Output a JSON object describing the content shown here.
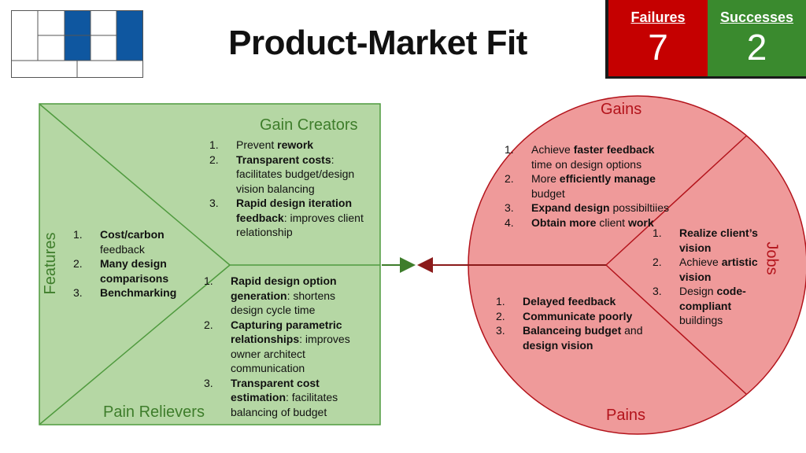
{
  "title": "Product-Market Fit",
  "score": {
    "failures_label": "Failures",
    "failures_value": "7",
    "successes_label": "Successes",
    "successes_value": "2"
  },
  "colors": {
    "failure_red": "#c50000",
    "success_green": "#3a8a2e",
    "value_map_fill": "#b5d7a4",
    "value_map_stroke": "#4f9a3e",
    "customer_fill": "#ef9a9a",
    "customer_stroke": "#b3131b",
    "logo_blue": "#0f57a0"
  },
  "value_map": {
    "gain_creators_label": "Gain Creators",
    "pain_relievers_label": "Pain Relievers",
    "features_label": "Features",
    "gain_creators": [
      {
        "num": "1.",
        "parts": [
          {
            "t": "Prevent ",
            "b": false
          },
          {
            "t": "rework",
            "b": true
          }
        ]
      },
      {
        "num": "2.",
        "parts": [
          {
            "t": "Transparent costs",
            "b": true
          },
          {
            "t": ": facilitates budget/design vision balancing",
            "b": false
          }
        ]
      },
      {
        "num": "3.",
        "parts": [
          {
            "t": "Rapid design iteration feedback",
            "b": true
          },
          {
            "t": ": improves client relationship",
            "b": false
          }
        ]
      }
    ],
    "features": [
      {
        "num": "1.",
        "parts": [
          {
            "t": "Cost/carbon",
            "b": true
          },
          {
            "t": " feedback",
            "b": false
          }
        ]
      },
      {
        "num": "2.",
        "parts": [
          {
            "t": "Many design comparisons",
            "b": true
          }
        ]
      },
      {
        "num": "3.",
        "parts": [
          {
            "t": "Benchmarking",
            "b": true
          }
        ]
      }
    ],
    "pain_relievers": [
      {
        "num": "1.",
        "parts": [
          {
            "t": "Rapid design option generation",
            "b": true
          },
          {
            "t": ": shortens design cycle time",
            "b": false
          }
        ]
      },
      {
        "num": "2.",
        "parts": [
          {
            "t": "Capturing parametric relationships",
            "b": true
          },
          {
            "t": ": improves owner architect communication",
            "b": false
          }
        ]
      },
      {
        "num": "3.",
        "parts": [
          {
            "t": "Transparent cost estimation",
            "b": true
          },
          {
            "t": ": facilitates balancing of budget",
            "b": false
          }
        ]
      }
    ]
  },
  "customer_profile": {
    "gains_label": "Gains",
    "pains_label": "Pains",
    "jobs_label": "Jobs",
    "gains": [
      {
        "num": "1.",
        "parts": [
          {
            "t": "Achieve ",
            "b": false
          },
          {
            "t": "faster feedback",
            "b": true
          },
          {
            "t": " time on design options",
            "b": false
          }
        ]
      },
      {
        "num": "2.",
        "parts": [
          {
            "t": "More ",
            "b": false
          },
          {
            "t": "efficiently manage",
            "b": true
          },
          {
            "t": " budget",
            "b": false
          }
        ]
      },
      {
        "num": "3.",
        "parts": [
          {
            "t": "Expand design",
            "b": true
          },
          {
            "t": " possibiltiies",
            "b": false
          }
        ]
      },
      {
        "num": "4.",
        "parts": [
          {
            "t": "Obtain more ",
            "b": true
          },
          {
            "t": "client ",
            "b": false
          },
          {
            "t": "work",
            "b": true
          }
        ]
      }
    ],
    "jobs": [
      {
        "num": "1.",
        "parts": [
          {
            "t": "Realize client’s vision",
            "b": true
          }
        ]
      },
      {
        "num": "2.",
        "parts": [
          {
            "t": "Achieve ",
            "b": false
          },
          {
            "t": "artistic vision",
            "b": true
          }
        ]
      },
      {
        "num": "3.",
        "parts": [
          {
            "t": "Design ",
            "b": false
          },
          {
            "t": "code-compliant",
            "b": true
          },
          {
            "t": " buildings",
            "b": false
          }
        ]
      }
    ],
    "pains": [
      {
        "num": "1.",
        "parts": [
          {
            "t": "Delayed feedback",
            "b": true
          }
        ]
      },
      {
        "num": "2.",
        "parts": [
          {
            "t": "Communicate poorly",
            "b": true
          }
        ]
      },
      {
        "num": "3.",
        "parts": [
          {
            "t": "Balanceing budget",
            "b": true
          },
          {
            "t": " and ",
            "b": false
          },
          {
            "t": "design vision",
            "b": true
          }
        ]
      }
    ]
  }
}
